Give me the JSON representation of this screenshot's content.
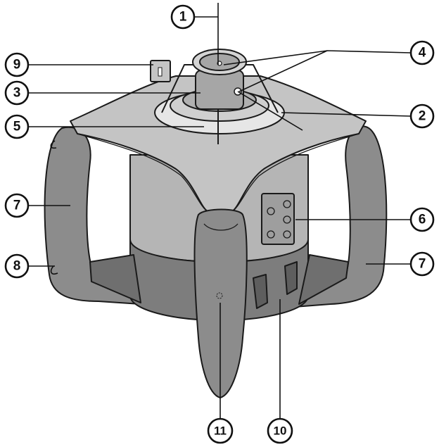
{
  "callouts": [
    {
      "id": "c1",
      "label": "1"
    },
    {
      "id": "c2",
      "label": "2"
    },
    {
      "id": "c3",
      "label": "3"
    },
    {
      "id": "c4",
      "label": "4"
    },
    {
      "id": "c5",
      "label": "5"
    },
    {
      "id": "c6",
      "label": "6"
    },
    {
      "id": "c7a",
      "label": "7"
    },
    {
      "id": "c7b",
      "label": "7"
    },
    {
      "id": "c8",
      "label": "8"
    },
    {
      "id": "c9",
      "label": "9"
    },
    {
      "id": "c10",
      "label": "10"
    },
    {
      "id": "c11",
      "label": "11"
    }
  ],
  "colors": {
    "handle": "#8c8c8c",
    "body": "#b5b5b5",
    "body_dark": "#7d7d7d",
    "top_plate": "#c4c4c4",
    "rotor": "#a6a6a6",
    "outline": "#1a1a1a"
  }
}
